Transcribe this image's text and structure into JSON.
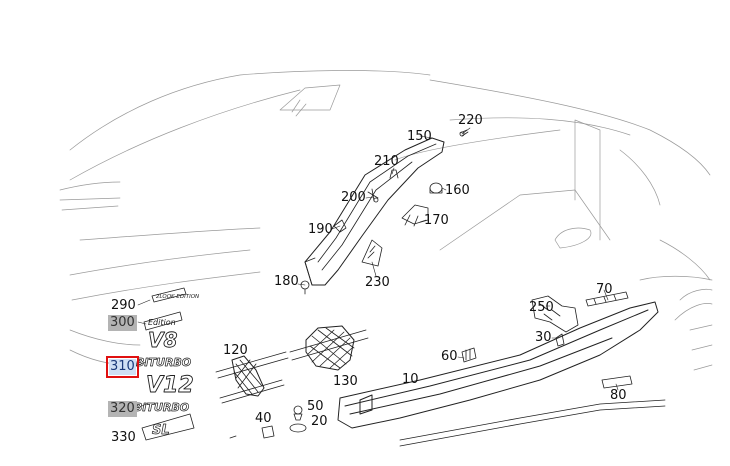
{
  "colors": {
    "line": "#222222",
    "grey_badge": "#b4b4b4",
    "selected_outline": "#e01010",
    "selected_fill": "#cfe0f5"
  },
  "callouts": [
    {
      "id": "10",
      "text": "10"
    },
    {
      "id": "20",
      "text": "20"
    },
    {
      "id": "30",
      "text": "30"
    },
    {
      "id": "40",
      "text": "40"
    },
    {
      "id": "50",
      "text": "50"
    },
    {
      "id": "60",
      "text": "60"
    },
    {
      "id": "70",
      "text": "70"
    },
    {
      "id": "80",
      "text": "80"
    },
    {
      "id": "120",
      "text": "120"
    },
    {
      "id": "130",
      "text": "130"
    },
    {
      "id": "150",
      "text": "150"
    },
    {
      "id": "160",
      "text": "160"
    },
    {
      "id": "170",
      "text": "170"
    },
    {
      "id": "180",
      "text": "180"
    },
    {
      "id": "190",
      "text": "190"
    },
    {
      "id": "200",
      "text": "200"
    },
    {
      "id": "210",
      "text": "210"
    },
    {
      "id": "220",
      "text": "220"
    },
    {
      "id": "230",
      "text": "230"
    },
    {
      "id": "250",
      "text": "250"
    },
    {
      "id": "290",
      "text": "290"
    },
    {
      "id": "300",
      "text": "300",
      "state": "grey"
    },
    {
      "id": "310",
      "text": "310",
      "state": "selected"
    },
    {
      "id": "320",
      "text": "320",
      "state": "grey"
    },
    {
      "id": "330",
      "text": "330"
    }
  ],
  "emblems": {
    "v8": "V8",
    "biturbo_1": "BITURBO",
    "v12": "V12",
    "biturbo_2": "BITURBO",
    "edition": "Edition",
    "edition_small": "2LOOK EDITION",
    "sl": "SL"
  }
}
